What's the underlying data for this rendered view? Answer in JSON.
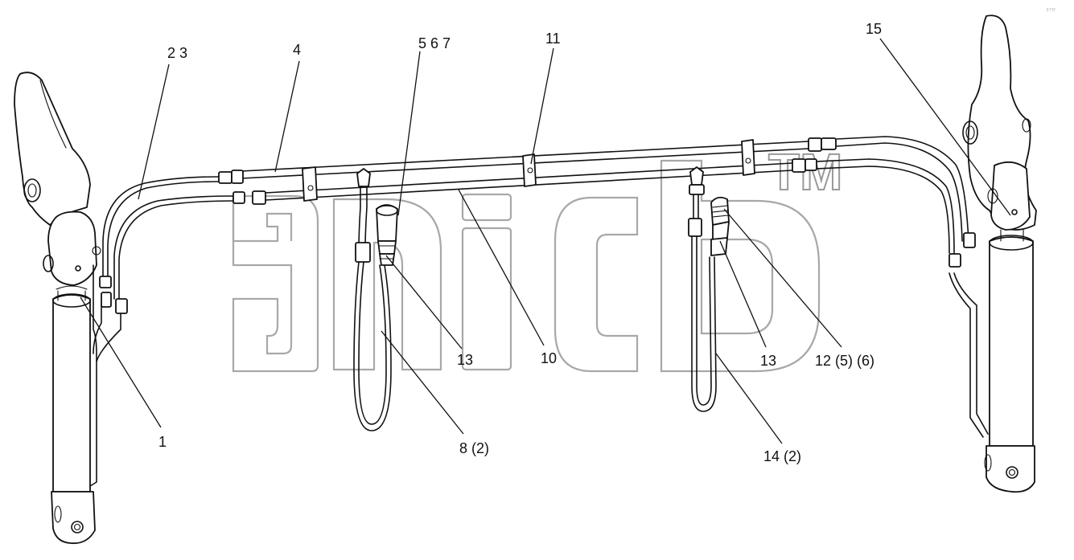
{
  "labels": {
    "l1": "1",
    "l23": "2 3",
    "l4": "4",
    "l567": "5 6 7",
    "l11": "11",
    "l15": "15",
    "l13a": "13",
    "l10": "10",
    "l13b": "13",
    "l12": "12 (5) (6)",
    "l8": "8 (2)",
    "l14": "14 (2)"
  },
  "watermark": {
    "tm": "TM"
  },
  "corner_mark": "зте"
}
